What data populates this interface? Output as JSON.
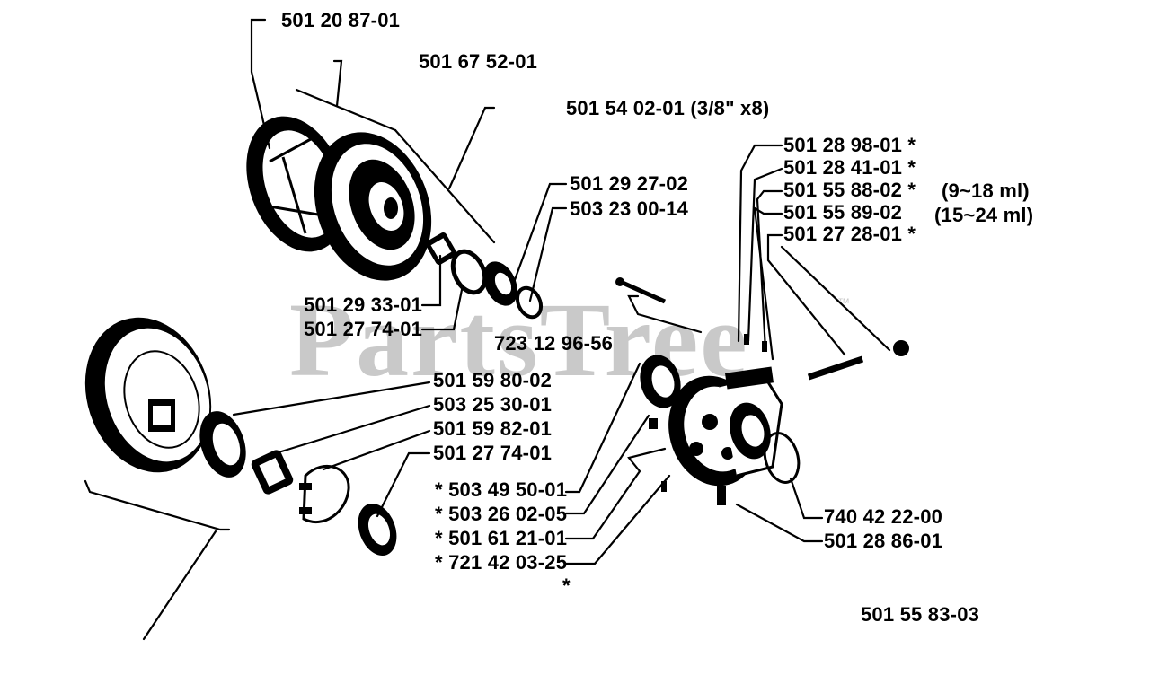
{
  "watermark": {
    "text": "PartsTree",
    "mark": "™"
  },
  "labels": {
    "p_501_20_87_01": "501 20 87-01",
    "p_501_67_52_01": "501 67 52-01",
    "p_501_54_02_01": "501 54 02-01 (3/8\" x8)",
    "p_501_29_27_02": "501 29 27-02",
    "p_503_23_00_14": "503 23 00-14",
    "p_501_29_33_01": "501 29 33-01",
    "p_501_27_74_01_top": "501 27 74-01",
    "p_723_12_96_56": "723 12 96-56",
    "p_501_28_98_01": "501 28 98-01  *",
    "p_501_28_41_01": "501 28 41-01  *",
    "p_501_55_88_02": "501 55 88-02  *",
    "p_501_55_89_02": "501 55 89-02",
    "p_501_27_28_01": "501 27 28-01  *",
    "range_9_18": "(9~18 ml)",
    "range_15_24": "(15~24 ml)",
    "p_501_59_80_02": "501 59 80-02",
    "p_503_25_30_01": "503 25 30-01",
    "p_501_59_82_01": "501 59 82-01",
    "p_501_27_74_01_bot": "501 27 74-01",
    "p_503_49_50_01": "*  503 49 50-01",
    "p_503_26_02_05": "*  503 26 02-05",
    "p_501_61_21_01": "*  501 61 21-01",
    "p_721_42_03_25": "*  721 42 03-25",
    "asterisk_bottom": "*",
    "p_740_42_22_00": "740 42 22-00",
    "p_501_28_86_01": "501 28 86-01",
    "figure_number": "501 55 83-03"
  }
}
